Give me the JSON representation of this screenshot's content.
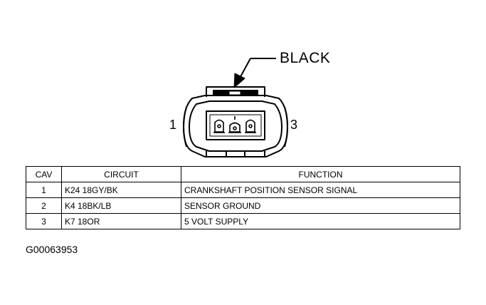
{
  "connector": {
    "color_label": "BLACK",
    "pin_left_label": "1",
    "pin_right_label": "3"
  },
  "table": {
    "headers": [
      "CAV",
      "CIRCUIT",
      "FUNCTION"
    ],
    "rows": [
      {
        "cav": "1",
        "circuit": "K24 18GY/BK",
        "function": "CRANKSHAFT POSITION SENSOR SIGNAL"
      },
      {
        "cav": "2",
        "circuit": "K4 18BK/LB",
        "function": "SENSOR GROUND"
      },
      {
        "cav": "3",
        "circuit": "K7 18OR",
        "function": "5 VOLT SUPPLY"
      }
    ]
  },
  "figure_id": "G00063953"
}
